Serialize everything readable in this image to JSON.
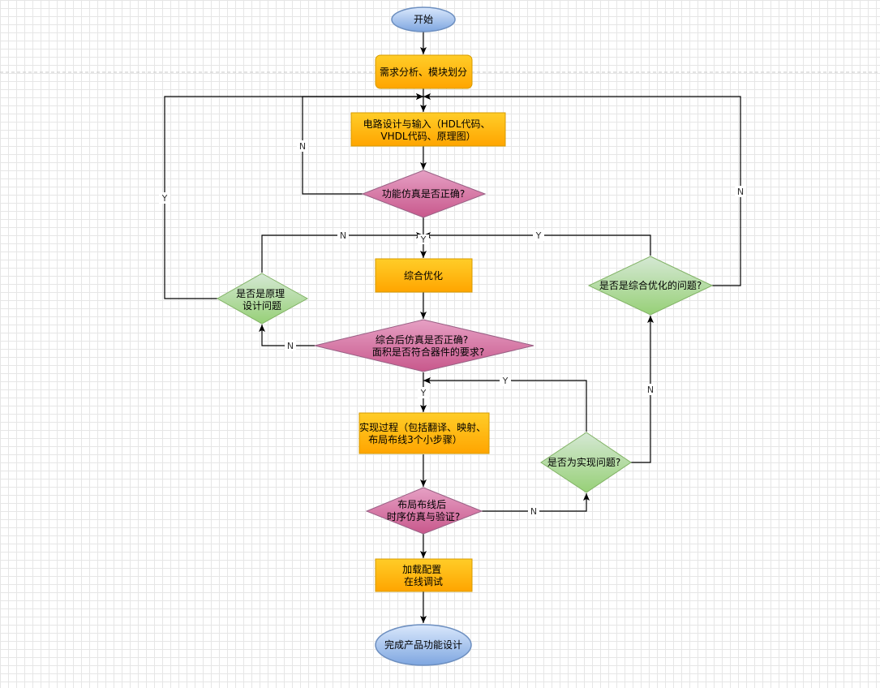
{
  "colors": {
    "process_fill_top": "#ffcd28",
    "process_fill_bottom": "#ffa500",
    "process_stroke": "#d79b00",
    "decision_pink_top": "#e6a0c4",
    "decision_pink_bottom": "#c8588c",
    "decision_pink_stroke": "#996185",
    "decision_green_top": "#d5e8d4",
    "decision_green_bottom": "#97d077",
    "decision_green_stroke": "#82b366",
    "terminal_fill_top": "#dae8fc",
    "terminal_fill_bottom": "#7ea6e0",
    "terminal_stroke": "#6c8ebf"
  },
  "nodes": {
    "start": "开始",
    "requirements": "需求分析、模块划分",
    "circuit_design": [
      "电路设计与输入（HDL代码、",
      "VHDL代码、原理图）"
    ],
    "func_sim_check": "功能仿真是否正确?",
    "synthesis": "综合优化",
    "post_synth_check": [
      "综合后仿真是否正确?",
      "面积是否符合器件的要求?"
    ],
    "schematic_issue": [
      "是否是原理",
      "设计问题"
    ],
    "synth_issue": "是否是综合优化的问题?",
    "implementation": [
      "实现过程（包括翻译、映射、",
      "布局布线3个小步骤）"
    ],
    "timing_check": [
      "布局布线后",
      "时序仿真与验证?"
    ],
    "impl_issue": "是否为实现问题?",
    "configure": [
      "加载配置",
      "在线调试"
    ],
    "finish": "完成产品功能设计"
  },
  "edge_labels": {
    "yes": "Y",
    "no": "N"
  }
}
